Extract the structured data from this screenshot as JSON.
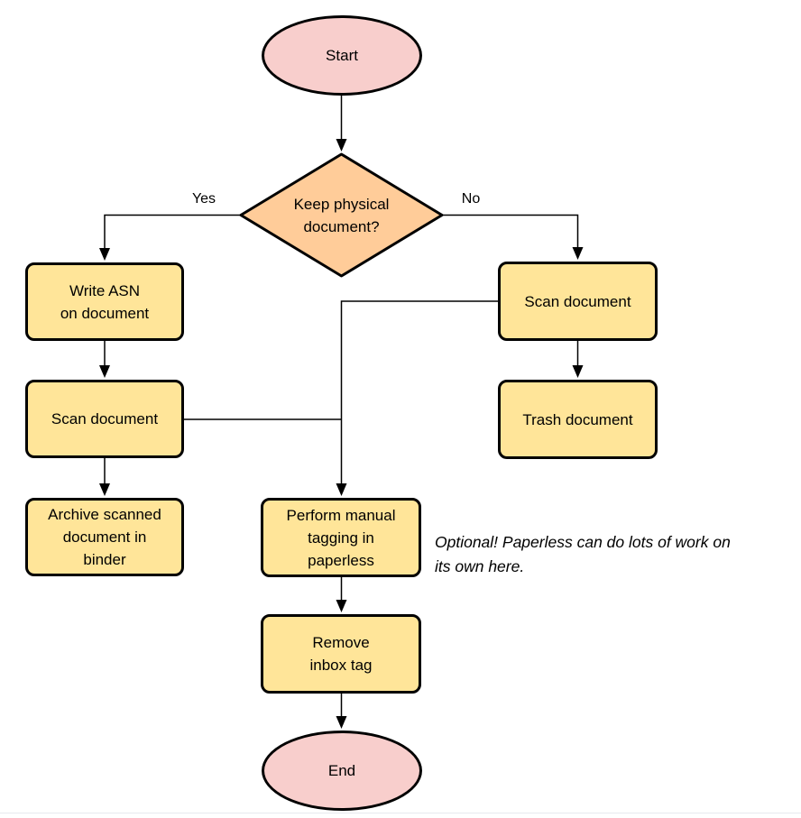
{
  "canvas": {
    "background": "#ffffff",
    "divider_color": "#e7eaee"
  },
  "palette": {
    "terminal_fill": "#f8cecc",
    "decision_fill": "#ffcc99",
    "process_fill": "#ffe599",
    "stroke": "#000000"
  },
  "nodes": {
    "start": {
      "type": "terminal",
      "label": "Start"
    },
    "decision": {
      "type": "decision",
      "lines": [
        "Keep physical",
        "document?"
      ]
    },
    "write_asn": {
      "type": "process",
      "lines": [
        "Write ASN",
        "on document"
      ]
    },
    "scan_left": {
      "type": "process",
      "lines": [
        "Scan document"
      ]
    },
    "archive": {
      "type": "process",
      "lines": [
        "Archive scanned",
        "document in",
        "binder"
      ]
    },
    "scan_right": {
      "type": "process",
      "lines": [
        "Scan document"
      ]
    },
    "trash": {
      "type": "process",
      "lines": [
        "Trash document"
      ]
    },
    "tagging": {
      "type": "process",
      "lines": [
        "Perform manual",
        "tagging in",
        "paperless"
      ]
    },
    "remove_inbox": {
      "type": "process",
      "lines": [
        "Remove",
        "inbox tag"
      ]
    },
    "end": {
      "type": "terminal",
      "label": "End"
    }
  },
  "edge_labels": {
    "yes": "Yes",
    "no": "No"
  },
  "annotation": {
    "lines": [
      "Optional! Paperless can do lots of work on",
      "its own here."
    ]
  }
}
